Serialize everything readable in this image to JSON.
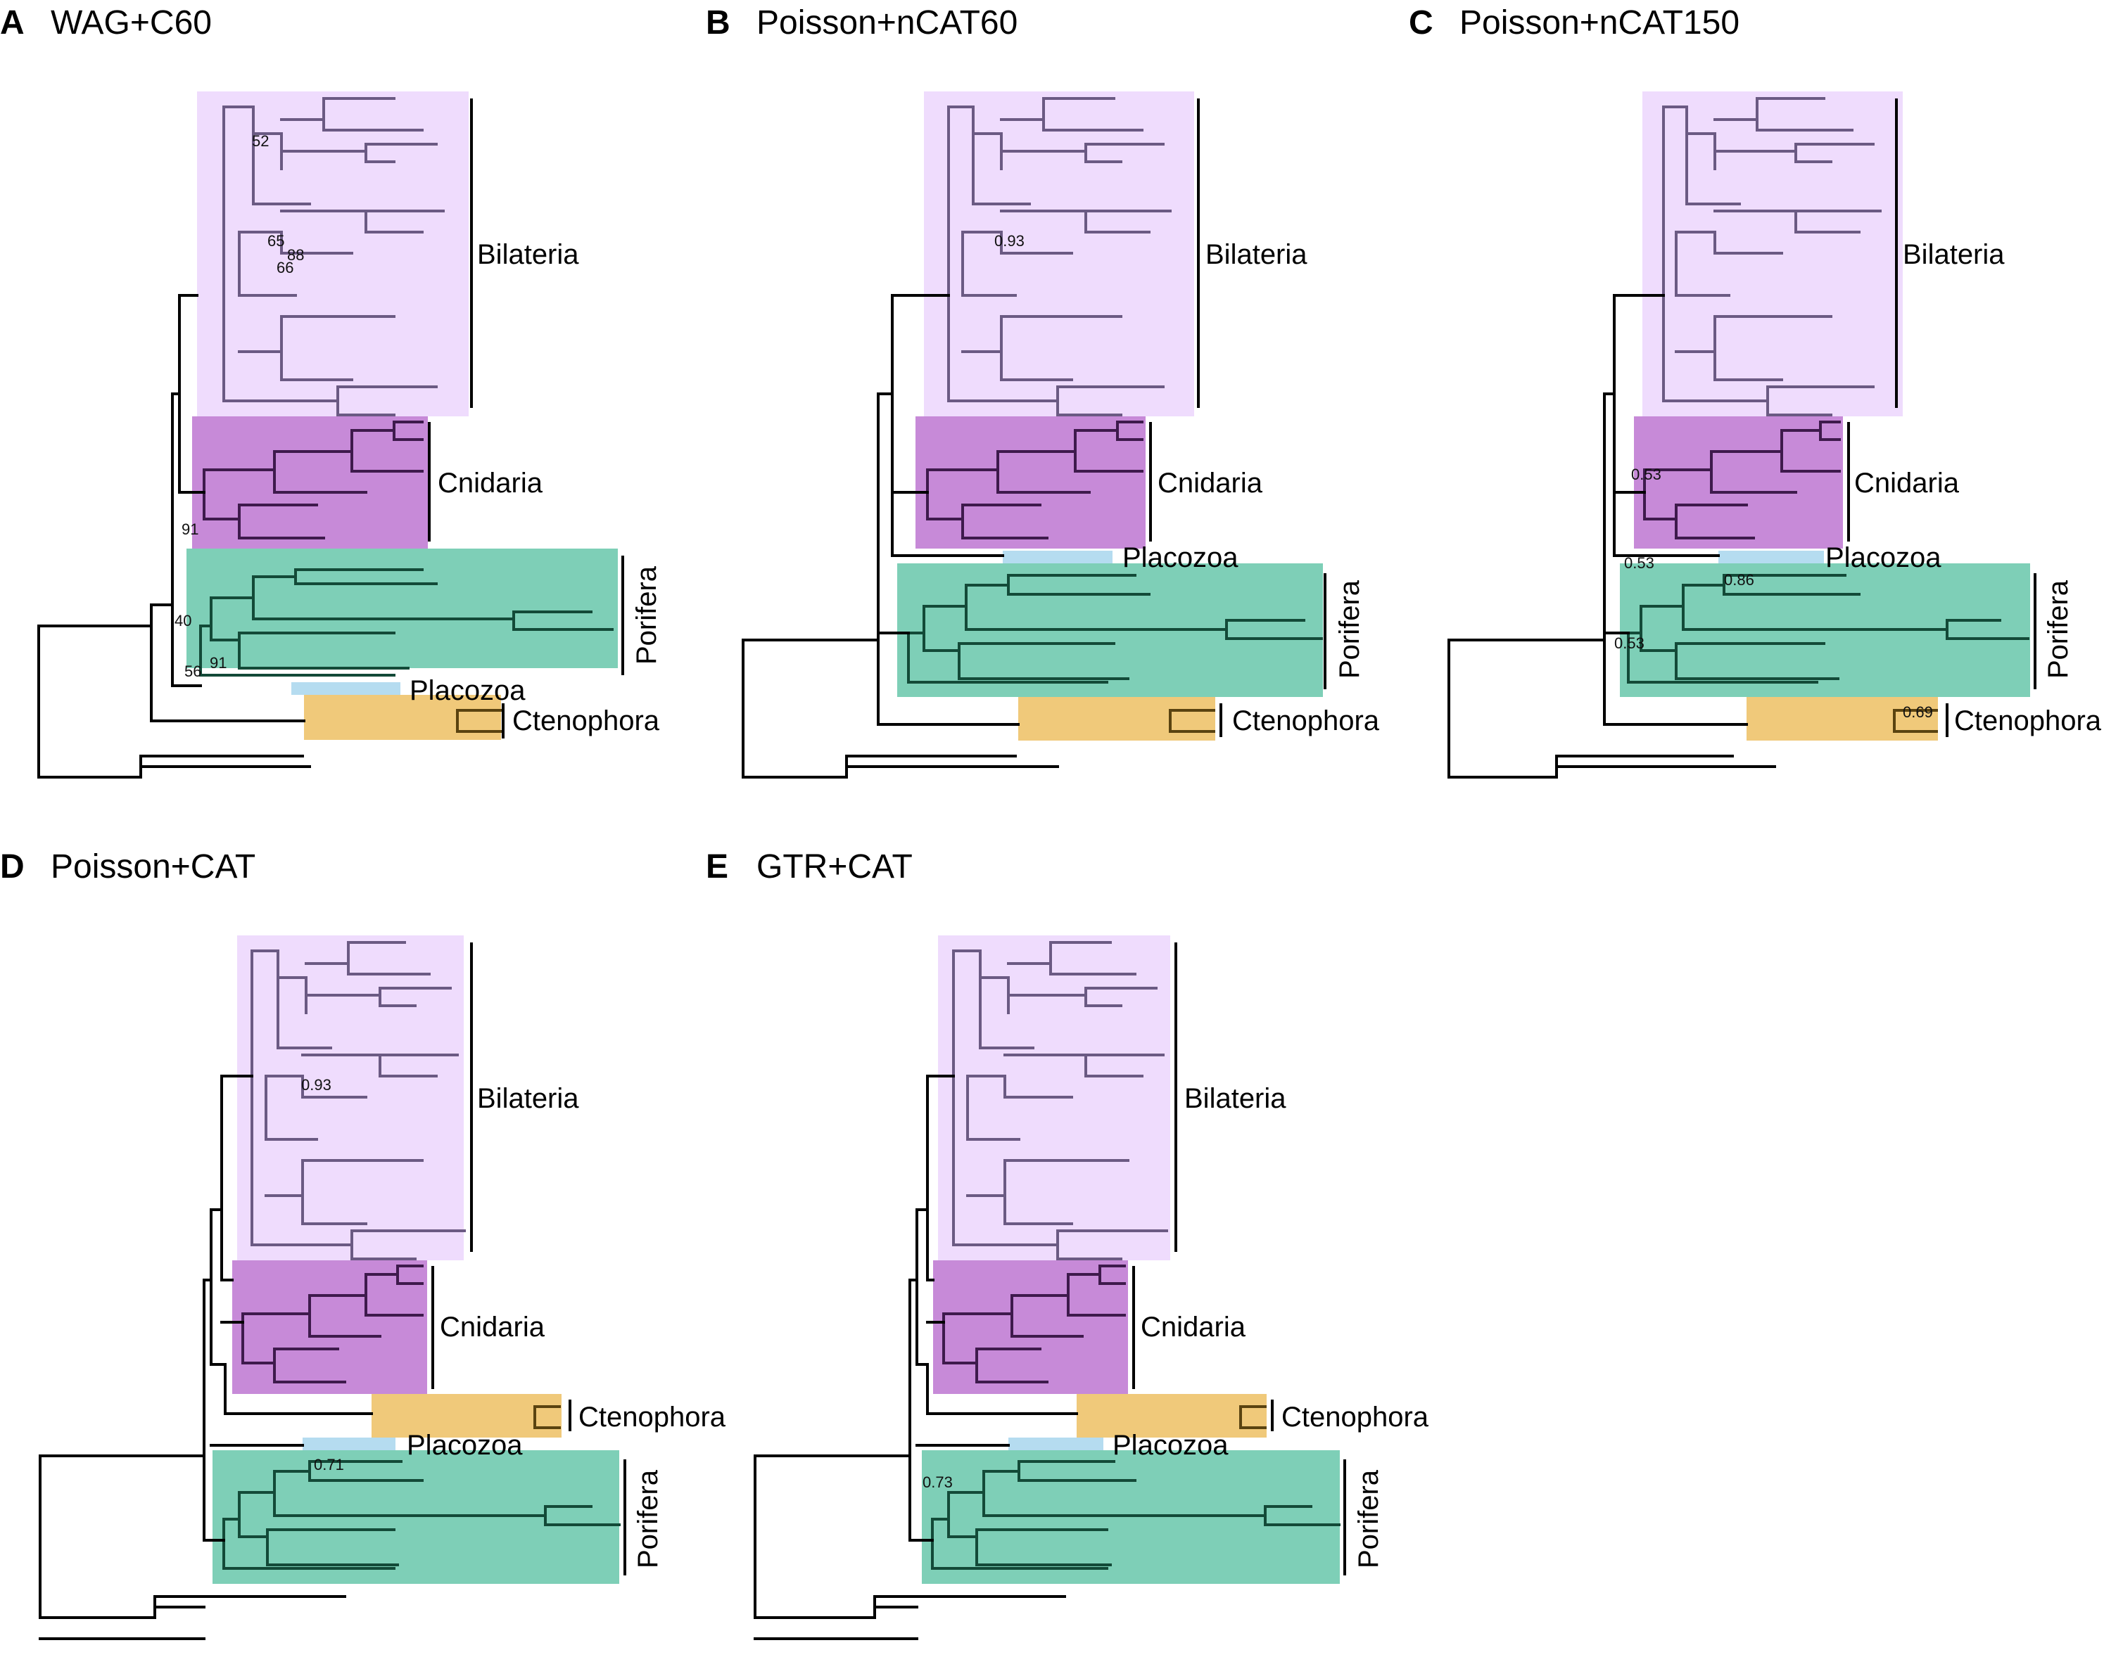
{
  "colors": {
    "bilateria_box": "#efdcfd",
    "bilateria_branch": "#6b5a83",
    "cnidaria_box": "#c78ad8",
    "cnidaria_branch": "#3e1a4c",
    "porifera_box": "#7ecfb7",
    "porifera_branch": "#134a38",
    "ctenophora_box": "#f0c97a",
    "ctenophora_branch": "#5a4310",
    "placozoa_box": "#b5dcf0",
    "backbone": "#000000"
  },
  "panels": [
    {
      "letter": "A",
      "title": "WAG+C60",
      "order": [
        "bilateria",
        "cnidaria",
        "porifera",
        "placozoa",
        "ctenophora"
      ],
      "labels": {
        "bilateria": "Bilateria",
        "cnidaria": "Cnidaria",
        "porifera": "Porifera",
        "placozoa": "Placozoa",
        "ctenophora": "Ctenophora"
      },
      "supports": [
        "52",
        "65",
        "88",
        "66",
        "40",
        "91",
        "56",
        "91"
      ]
    },
    {
      "letter": "B",
      "title": "Poisson+nCAT60",
      "order": [
        "bilateria",
        "cnidaria",
        "placozoa",
        "porifera",
        "ctenophora"
      ],
      "labels": {
        "bilateria": "Bilateria",
        "cnidaria": "Cnidaria",
        "porifera": "Porifera",
        "placozoa": "Placozoa",
        "ctenophora": "Ctenophora"
      },
      "supports": [
        "0.93"
      ]
    },
    {
      "letter": "C",
      "title": "Poisson+nCAT150",
      "order": [
        "bilateria",
        "cnidaria",
        "placozoa",
        "porifera",
        "ctenophora"
      ],
      "labels": {
        "bilateria": "Bilateria",
        "cnidaria": "Cnidaria",
        "porifera": "Porifera",
        "placozoa": "Placozoa",
        "ctenophora": "Ctenophora"
      },
      "supports": [
        "0.53",
        "0.53",
        "0.86",
        "0.53",
        "0.69"
      ]
    },
    {
      "letter": "D",
      "title": "Poisson+CAT",
      "order": [
        "bilateria",
        "cnidaria",
        "ctenophora",
        "placozoa",
        "porifera"
      ],
      "labels": {
        "bilateria": "Bilateria",
        "cnidaria": "Cnidaria",
        "porifera": "Porifera",
        "placozoa": "Placozoa",
        "ctenophora": "Ctenophora"
      },
      "supports": [
        "0.93",
        "0.71"
      ]
    },
    {
      "letter": "E",
      "title": "GTR+CAT",
      "order": [
        "bilateria",
        "cnidaria",
        "ctenophora",
        "placozoa",
        "porifera"
      ],
      "labels": {
        "bilateria": "Bilateria",
        "cnidaria": "Cnidaria",
        "porifera": "Porifera",
        "placozoa": "Placozoa",
        "ctenophora": "Ctenophora"
      },
      "supports": [
        "0.73"
      ]
    }
  ]
}
